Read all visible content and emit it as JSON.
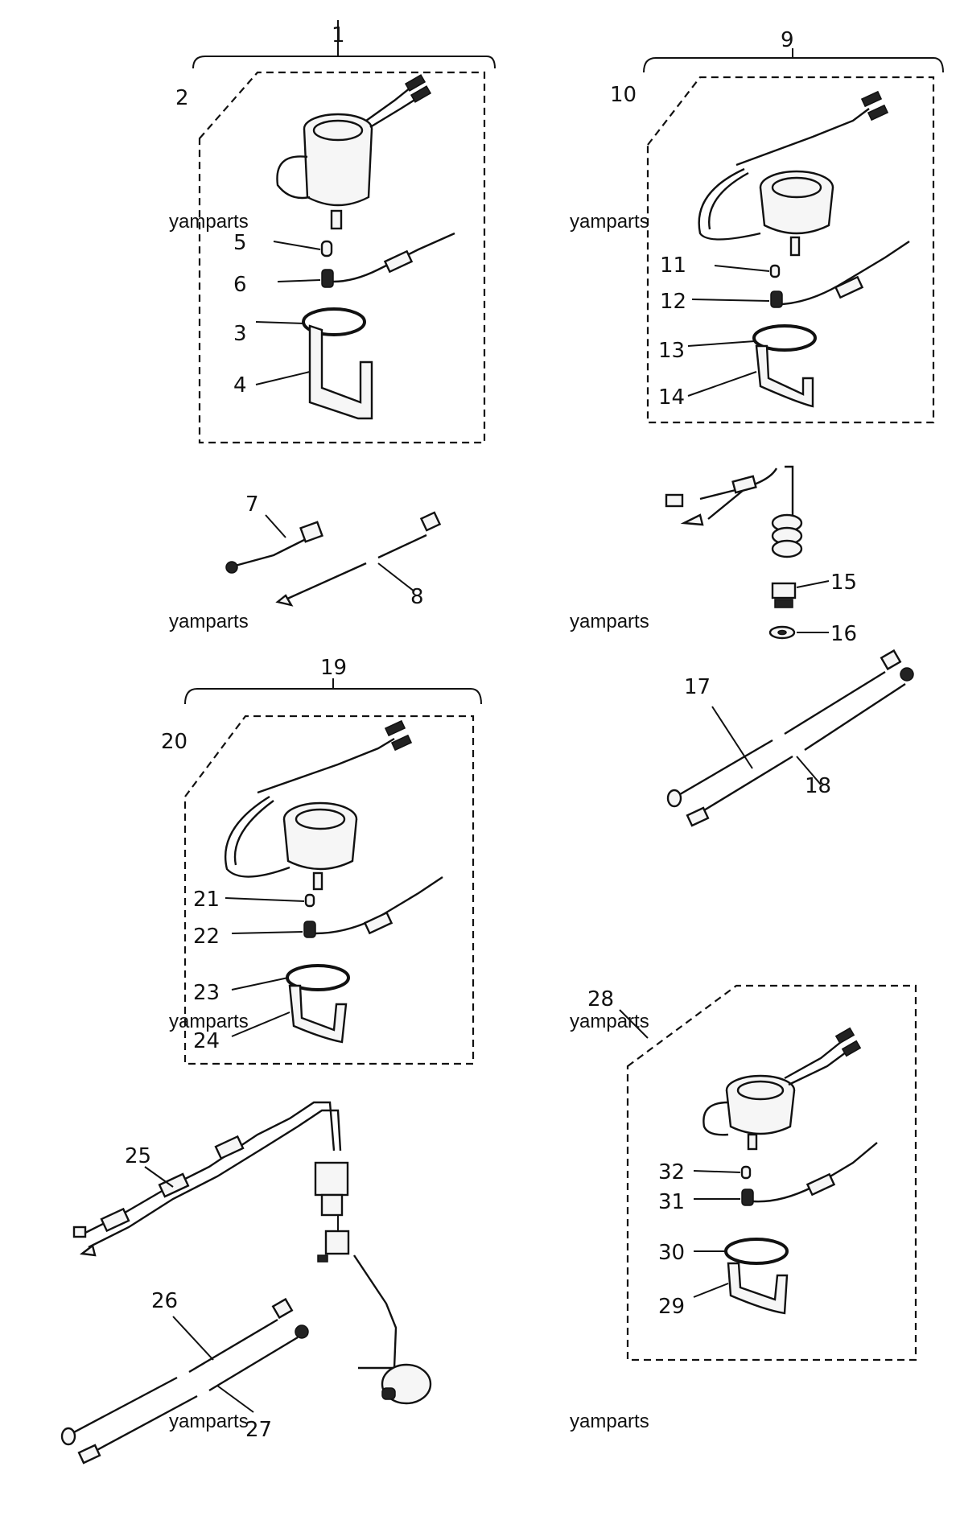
{
  "labels": {
    "n1": "1",
    "n2": "2",
    "n3": "3",
    "n4": "4",
    "n5": "5",
    "n6": "6",
    "n7": "7",
    "n8": "8",
    "n9": "9",
    "n10": "10",
    "n11": "11",
    "n12": "12",
    "n13": "13",
    "n14": "14",
    "n15": "15",
    "n16": "16",
    "n17": "17",
    "n18": "18",
    "n19": "19",
    "n20": "20",
    "n21": "21",
    "n22": "22",
    "n23": "23",
    "n24": "24",
    "n25": "25",
    "n26": "26",
    "n27": "27",
    "n28": "28",
    "n29": "29",
    "n30": "30",
    "n31": "31",
    "n32": "32"
  },
  "watermarks": {
    "w1": "yamparts",
    "w2": "yamparts",
    "w3": "yamparts",
    "w4": "yamparts",
    "w5": "yamparts",
    "w6": "yamparts",
    "w7": "yamparts",
    "w8": "yamparts"
  }
}
